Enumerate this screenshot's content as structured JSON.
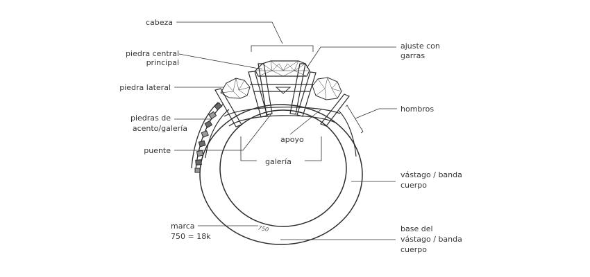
{
  "labels": {
    "cabeza": "cabeza",
    "piedra_central_1": "piedra central",
    "piedra_central_2": "principal",
    "piedra_lateral": "piedra lateral",
    "piedras_acento_1": "piedras de",
    "piedras_acento_2": "acento/galería",
    "puente": "puente",
    "marca_1": "marca",
    "marca_2": "750 = 18k",
    "ajuste_1": "ajuste con",
    "ajuste_2": "garras",
    "hombros": "hombros",
    "apoyo": "apoyo",
    "galeria": "galería",
    "vastago_1": "vástago / banda",
    "vastago_2": "cuerpo",
    "base_1": "base del",
    "base_2": "vástago / banda",
    "base_3": "cuerpo"
  },
  "hallmark": "750",
  "colors": {
    "ink": "#2b2b2b",
    "text": "#333333",
    "background": "#ffffff"
  }
}
